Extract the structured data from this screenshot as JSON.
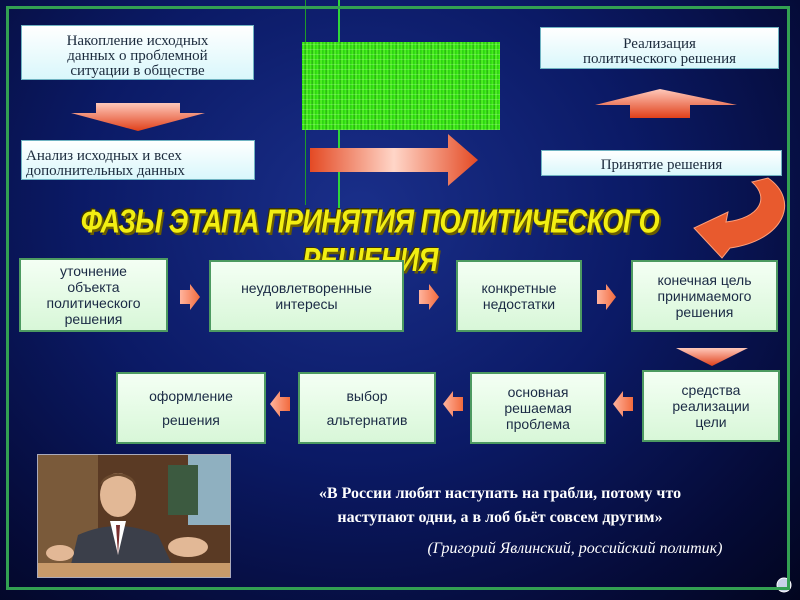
{
  "slide": {
    "title": "ФАЗЫ ЭТАПА ПРИНЯТИЯ ПОЛИТИЧЕСКОГО РЕШЕНИЯ",
    "top_boxes": {
      "accumulation": [
        "Накопление исходных",
        "данных о проблемной",
        "ситуации в обществе"
      ],
      "analysis": [
        "Анализ исходных и всех",
        "дополнительных данных"
      ],
      "realization": [
        "Реализация",
        "политического решения"
      ],
      "decision": "Принятие решения"
    },
    "phases": {
      "p1": [
        "уточнение",
        "объекта",
        "политического",
        "решения"
      ],
      "p2": [
        "неудовлетворенные",
        "интересы"
      ],
      "p3": [
        "конкретные",
        "недостатки"
      ],
      "p4": [
        "конечная цель",
        "принимаемого",
        "решения"
      ],
      "p5": [
        "средства",
        "реализации",
        "цели"
      ],
      "p6": [
        "основная",
        "решаемая",
        "проблема"
      ],
      "p7": [
        "выбор",
        "альтернатив"
      ],
      "p8": [
        "оформление",
        "решения"
      ]
    },
    "quote": {
      "line1": "«В России любят наступать на грабли, потому что",
      "line2": "наступают одни, а в лоб бьёт совсем другим»",
      "author": "(Григорий Явлинский, российский политик)"
    }
  },
  "colors": {
    "title": "#f2ee12",
    "frame": "#33a052",
    "arrow": "#e5532a",
    "phase_border": "#4d9a61"
  }
}
